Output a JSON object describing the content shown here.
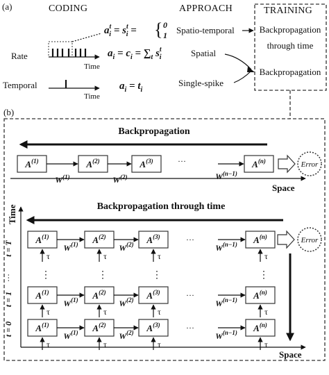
{
  "panel_a": {
    "label": "(a)",
    "headers": {
      "coding": "CODING",
      "approach": "APPROACH",
      "training": "TRAINING"
    },
    "rows": {
      "rate": "Rate",
      "temporal": "Temporal",
      "time": "Time"
    },
    "equations": {
      "rate_spike": "aᵢᵗ = sᵢᵗ = {0, 1}",
      "rate_count": "aᵢ = cᵢ = ∑ₜ sᵢᵗ",
      "temporal": "aᵢ = tᵢ"
    },
    "approaches": {
      "spatio_temporal": "Spatio-temporal",
      "spatial": "Spatial",
      "single_spike": "Single-spike"
    },
    "training": {
      "bptt_line1": "Backpropagation",
      "bptt_line2": "through time",
      "bp": "Backpropagation"
    }
  },
  "panel_b": {
    "label": "(b)",
    "top": {
      "title": "Backpropagation",
      "space": "Space",
      "error": "Error",
      "nodes": [
        "A(1)",
        "A(2)",
        "A(3)",
        "A(n)"
      ],
      "weights": [
        "W(1)",
        "W(2)",
        "W(n−1)"
      ],
      "ellipsis": "···"
    },
    "bottom": {
      "title": "Backpropagation through time",
      "time_axis": "Time",
      "space_axis": "Space",
      "error": "Error",
      "tau": "τ",
      "rows": [
        "t = T",
        "t = 1",
        "t = 0"
      ],
      "nodes": [
        "A(1)",
        "A(2)",
        "A(3)",
        "A(n)"
      ],
      "weights": [
        "W(1)",
        "W(2)",
        "W(n−1)"
      ],
      "ellipsis": "···",
      "vdots": "⋮"
    }
  }
}
